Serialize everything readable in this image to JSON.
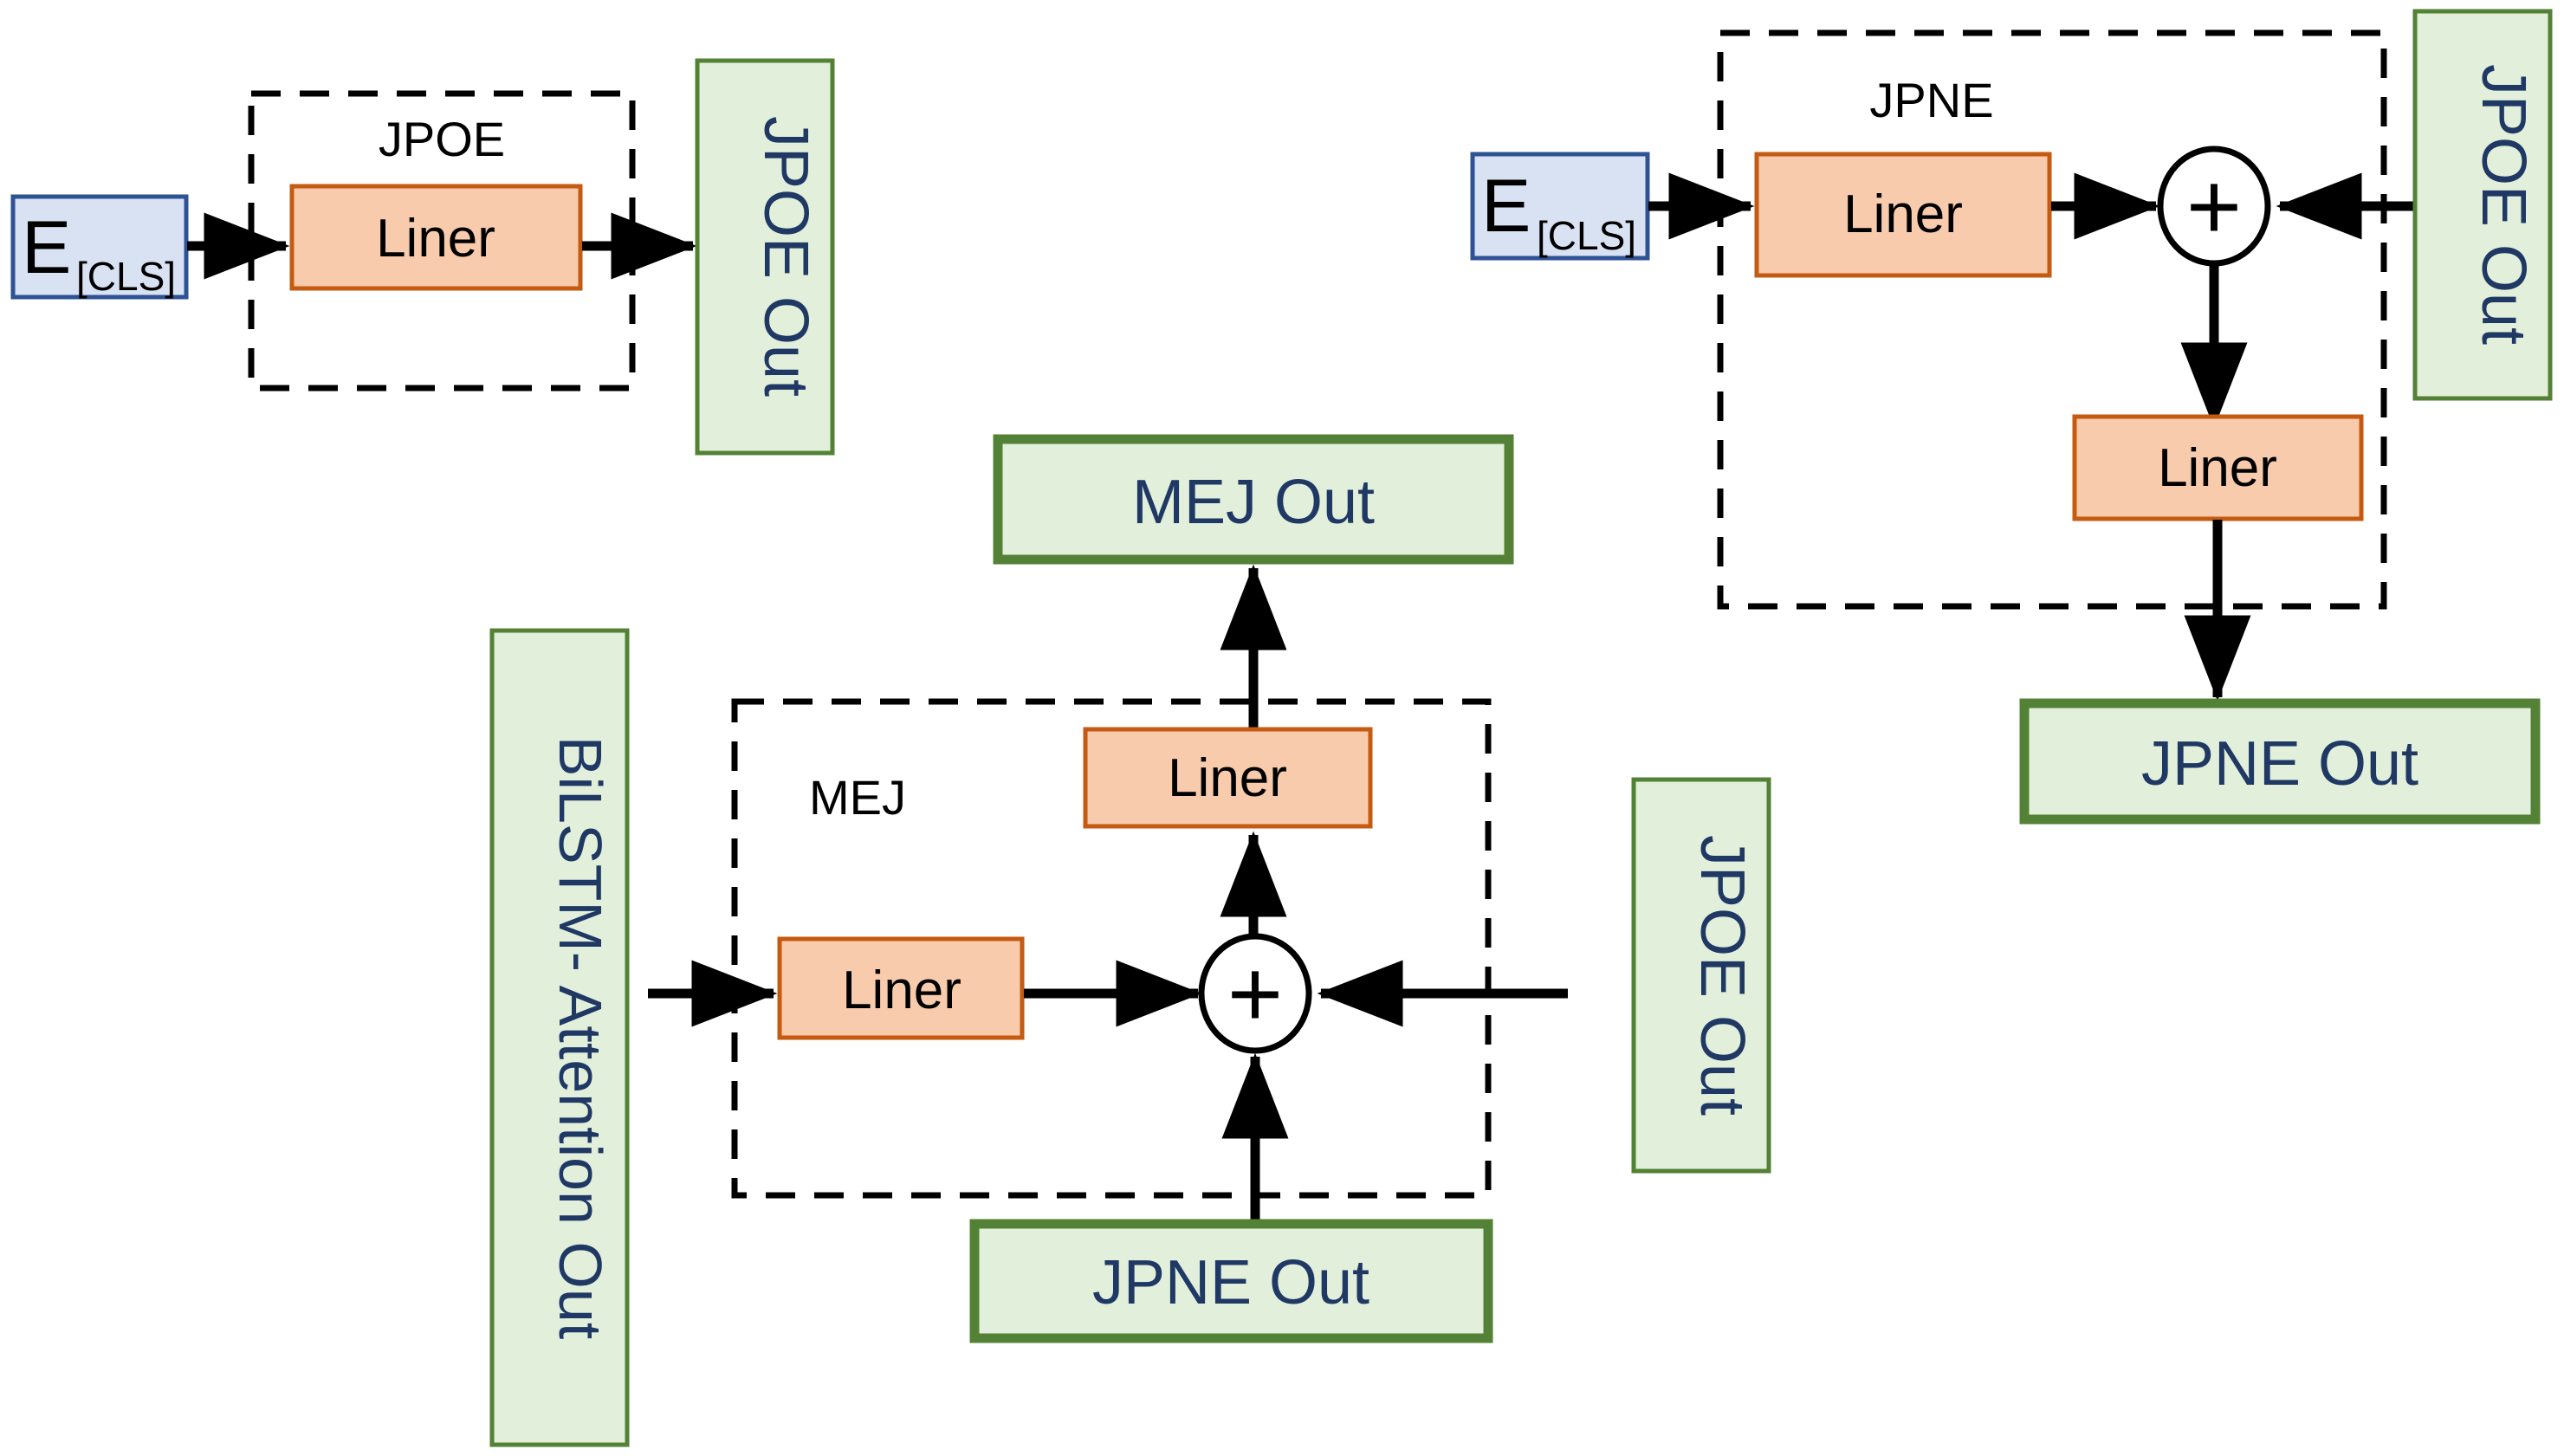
{
  "diagram": {
    "background_color": "#ffffff",
    "palette": {
      "liner_fill": "#f8cbad",
      "liner_stroke": "#c55a11",
      "embed_fill": "#d9e2f3",
      "embed_stroke": "#2e5395",
      "out_fill": "#e2efda",
      "out_stroke": "#538135",
      "out_stroke_thick": "#538135",
      "out_text": "#1f3864",
      "arrow": "#000000",
      "dashed_border": "#000000"
    },
    "modules": [
      {
        "id": "jpoe",
        "label": "JPOE"
      },
      {
        "id": "jpne",
        "label": "JPNE"
      },
      {
        "id": "mej",
        "label": "MEJ"
      }
    ],
    "jpoe_module": {
      "title": "JPOE",
      "input_label": "E",
      "input_subscript": "[CLS]",
      "liner_label": "Liner",
      "output_label": "JPOE Out"
    },
    "jpne_module": {
      "title": "JPNE",
      "input_label": "E",
      "input_subscript": "[CLS]",
      "liner_label_1": "Liner",
      "liner_label_2": "Liner",
      "add_symbol": "+",
      "side_input_label": "JPOE Out",
      "output_label": "JPNE Out"
    },
    "mej_module": {
      "title": "MEJ",
      "liner_label_bottom": "Liner",
      "liner_label_top": "Liner",
      "add_symbol": "+",
      "left_input_label": "BiLSTM- Attention Out",
      "right_input_label": "JPOE Out",
      "bottom_input_label": "JPNE Out",
      "output_label": "MEJ Out"
    }
  }
}
